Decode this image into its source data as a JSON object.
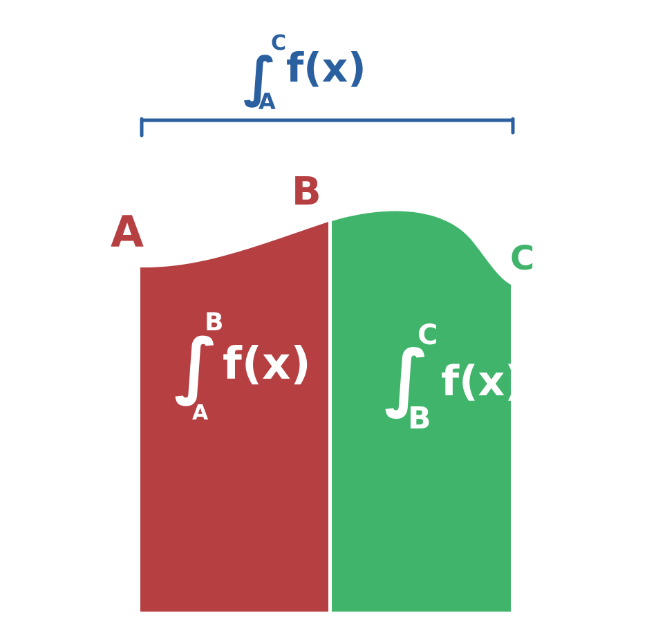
{
  "colors": {
    "left_region": "#b53f41",
    "right_region": "#3fb46a",
    "top_annotation": "#2a5fa0",
    "label_text": "#ffffff",
    "background": "#ffffff"
  },
  "top": {
    "integral_symbol": "∫",
    "upper_limit": "C",
    "lower_limit": "A",
    "integrand": "f(x)"
  },
  "points": {
    "a": "A",
    "b": "B",
    "c": "C"
  },
  "left_region": {
    "integral_symbol": "∫",
    "upper_limit": "B",
    "lower_limit": "A",
    "integrand": "f(x)"
  },
  "right_region": {
    "integral_symbol": "∫",
    "upper_limit": "C",
    "lower_limit": "B",
    "integrand": "f(x)"
  }
}
